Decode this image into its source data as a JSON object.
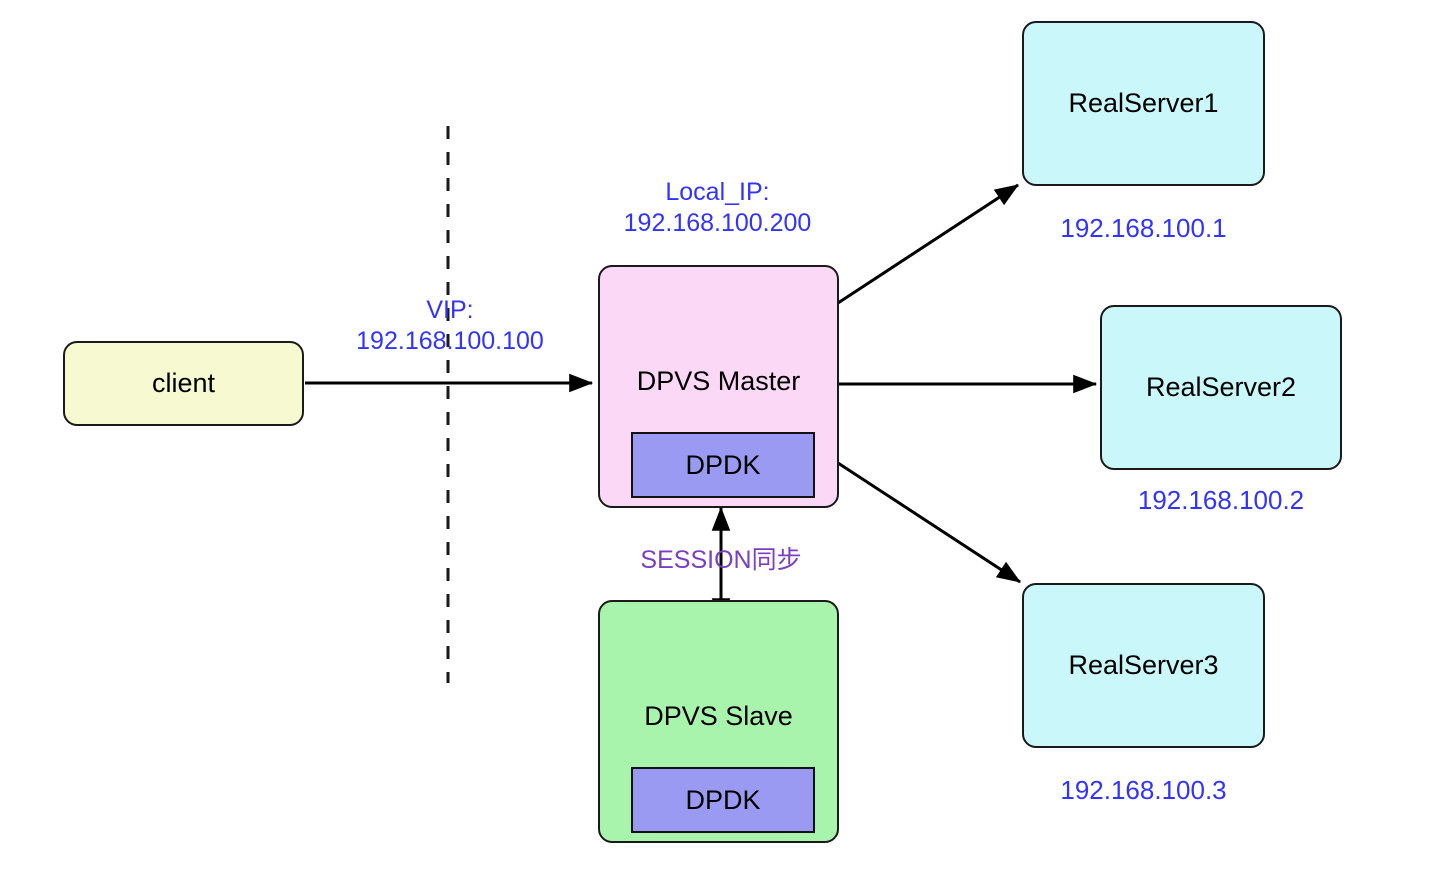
{
  "diagram": {
    "title": "DPVS Master-Slave Load Balancing Topology",
    "colors": {
      "client_fill": "#f7f9d0",
      "master_fill": "#fcd8f7",
      "slave_fill": "#a8f4ac",
      "realserver_fill": "#caf7fa",
      "dpdk_fill": "#9a9af2",
      "stroke": "#1a1a1a",
      "ip_text": "#3333ff",
      "sync_text": "#7b3fc4"
    },
    "nodes": {
      "client": {
        "label": "client"
      },
      "master": {
        "label": "DPVS Master",
        "inner_label": "DPDK"
      },
      "slave": {
        "label": "DPVS Slave",
        "inner_label": "DPDK"
      },
      "realserver1": {
        "label": "RealServer1",
        "ip": "192.168.100.1"
      },
      "realserver2": {
        "label": "RealServer2",
        "ip": "192.168.100.2"
      },
      "realserver3": {
        "label": "RealServer3",
        "ip": "192.168.100.3"
      }
    },
    "labels": {
      "vip_line1": "VIP:",
      "vip_line2": "192.168.100.100",
      "local_ip_line1": "Local_IP:",
      "local_ip_line2": "192.168.100.200",
      "session_sync": "SESSION同步"
    }
  }
}
